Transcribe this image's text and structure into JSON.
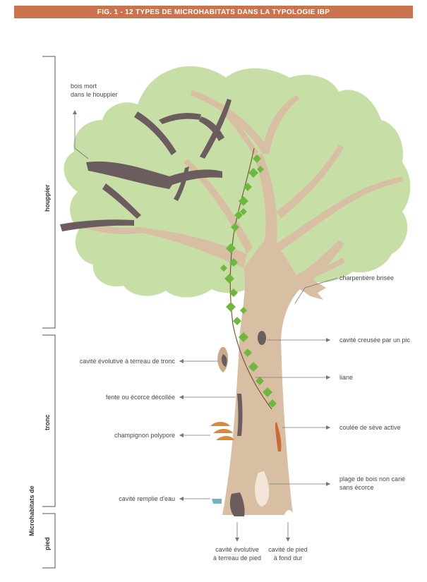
{
  "header": {
    "title": "FIG. 1 - 12 TYPES DE MICROHABITATS DANS LA TYPOLOGIE IBP"
  },
  "side_labels": {
    "group": "Microhabitats de",
    "houppier": "houppier",
    "tronc": "tronc",
    "pied": "pied"
  },
  "callouts": {
    "bois_mort_1": "bois mort",
    "bois_mort_2": "dans le houppier",
    "charpentiere": "charpentière brisée",
    "cavite_pic": "cavité creusée par un pic",
    "cavite_evolutive_tronc": "cavité évolutive  à terreau de tronc",
    "liane": "liane",
    "fente": "fente ou écorce décollée",
    "champignon": "champignon polypore",
    "coulee": "coulée de sève active",
    "plage_1": "plage de bois non carié",
    "plage_2": "sans écorce",
    "cavite_eau": "cavité remplie d'eau",
    "cavite_pied_terreau_1": "cavité évolutive",
    "cavite_pied_terreau_2": "à terreau de pied",
    "cavite_pied_dur_1": "cavité de pied",
    "cavite_pied_dur_2": "à fond dur"
  },
  "colors": {
    "header": "#c9744f",
    "foliage": "#c7dfa6",
    "trunk": "#d8bea2",
    "deadwood": "#6b5d5d",
    "ivy": "#6fb83f",
    "fungus": "#d98a3a"
  }
}
